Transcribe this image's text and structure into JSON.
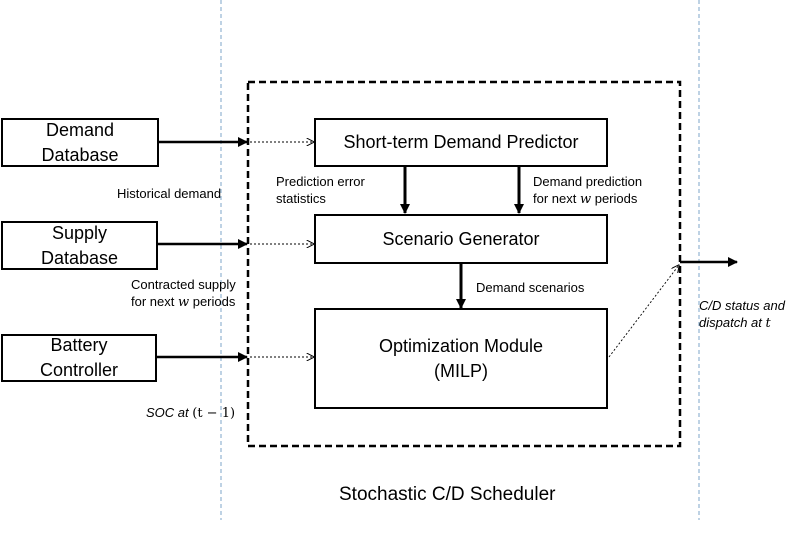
{
  "diagram": {
    "title": "Stochastic C/D Scheduler",
    "inputs": {
      "demand_database": [
        "Demand",
        "Database"
      ],
      "supply_database": [
        "Supply",
        "Database"
      ],
      "battery_controller": [
        "Battery",
        "Controller"
      ]
    },
    "modules": {
      "predictor": "Short-term Demand Predictor",
      "scenario_generator": "Scenario Generator",
      "optimization": [
        "Optimization Module",
        "(MILP)"
      ]
    },
    "labels": {
      "historical_demand": "Historical demand",
      "prediction_error": [
        "Prediction error",
        "statistics"
      ],
      "demand_prediction_line1": "Demand prediction",
      "demand_prediction_line2_pre": "for next ",
      "demand_prediction_var": "w",
      "demand_prediction_line2_post": " periods",
      "contracted_supply_line1": "Contracted supply",
      "contracted_supply_line2_pre": "for next ",
      "contracted_supply_var": "w",
      "contracted_supply_line2_post": " periods",
      "demand_scenarios": "Demand scenarios",
      "soc_pre": "SOC at ",
      "soc_math": "(t − 1)",
      "output_line1": "C/D status and",
      "output_line2_pre": "dispatch at ",
      "output_var": "t"
    }
  }
}
